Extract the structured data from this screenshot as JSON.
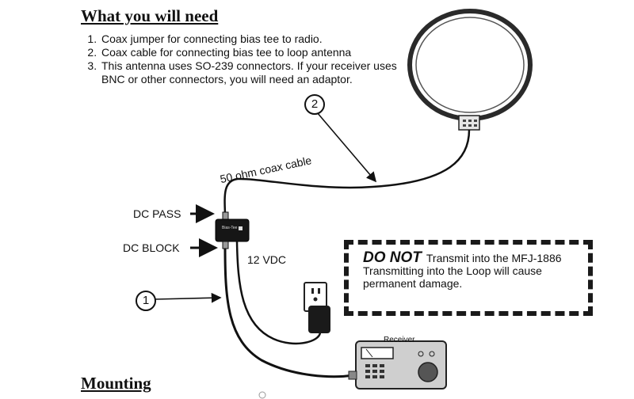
{
  "headings": {
    "what_you_need": "What you will need",
    "mounting": "Mounting"
  },
  "needs": [
    "Coax jumper for connecting bias tee to radio.",
    "Coax cable for connecting bias tee to loop antenna",
    "This antenna uses SO-239 connectors. If your receiver uses BNC or other connectors, you will need an adaptor."
  ],
  "labels": {
    "coax_cable": "50 ohm coax cable",
    "dc_pass": "DC PASS",
    "dc_block": "DC BLOCK",
    "vdc": "12 VDC",
    "receiver": "Receiver",
    "bias_tee": "Bias-Tee"
  },
  "callouts": {
    "one": "1",
    "two": "2"
  },
  "warning": {
    "do_not": "DO NOT",
    "line1": "Transmit into the MFJ-1886",
    "line2": "Transmitting into the Loop will cause",
    "line3": "permanent damage."
  }
}
